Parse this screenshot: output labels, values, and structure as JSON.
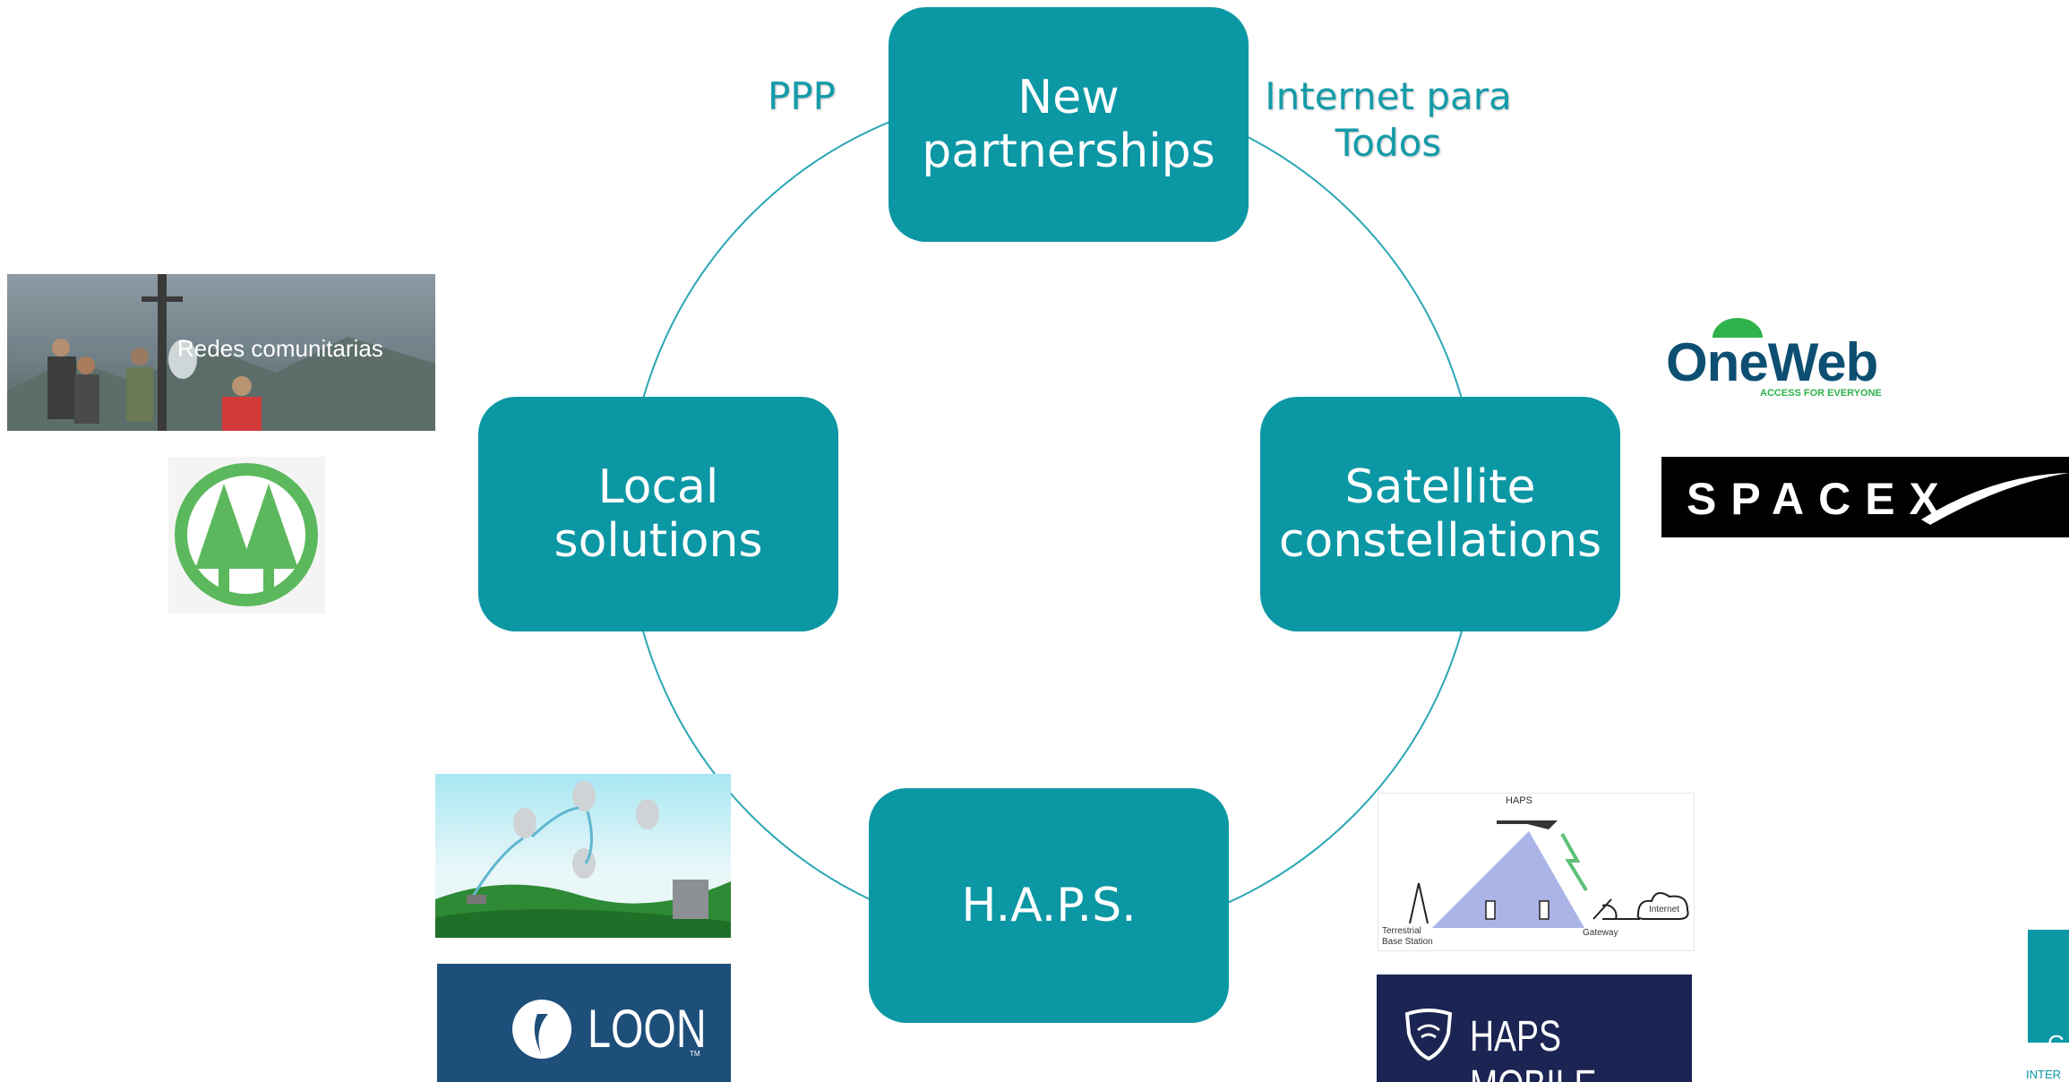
{
  "colors": {
    "node_fill": "#0c97a4",
    "ring": "#2aa7b5",
    "label": "#149ba9"
  },
  "nodes": {
    "top": "New\npartnerships",
    "left": "Local\nsolutions",
    "right": "Satellite\nconstellations",
    "bottom": "H.A.P.S."
  },
  "labels": {
    "ppp": "PPP",
    "internet": "Internet para\nTodos"
  },
  "images": {
    "redes": "Redes comunitarias",
    "oneweb": {
      "name": "OneWeb",
      "tagline": "ACCESS FOR EVERYONE"
    },
    "spacex": "SPACEX",
    "loon": "LOON",
    "loon_tm": "TM",
    "haps_diagram": {
      "top": "HAPS",
      "station": "Terrestrial\nBase Station",
      "gateway": "Gateway",
      "internet": "Internet"
    },
    "haps_mobile": "HAPS MOBILE",
    "corner": {
      "letter": "C",
      "text": "INTER"
    }
  }
}
